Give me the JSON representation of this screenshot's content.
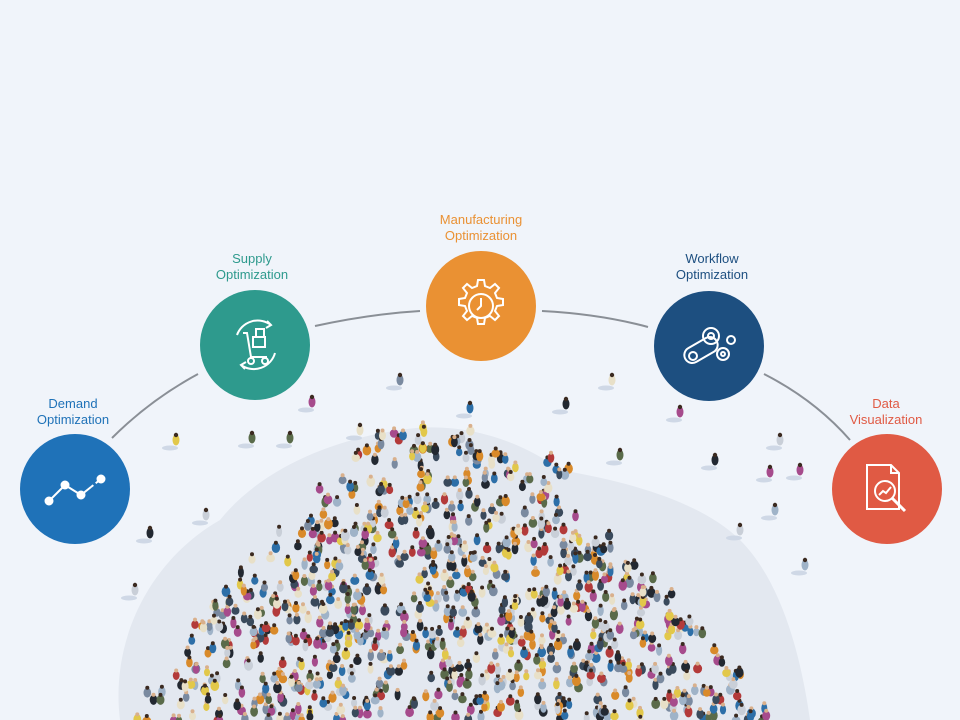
{
  "nodes": [
    {
      "id": "demand",
      "line1": "Demand",
      "line2": "Optimization",
      "color": "#1f72b8",
      "icon": "line-chart-icon"
    },
    {
      "id": "supply",
      "line1": "Supply",
      "line2": "Optimization",
      "color": "#2e9a8d",
      "icon": "hand-truck-cycle-icon"
    },
    {
      "id": "manufacturing",
      "line1": "Manufacturing",
      "line2": "Optimization",
      "color": "#ea9133",
      "icon": "gear-clock-icon"
    },
    {
      "id": "workflow",
      "line1": "Workflow",
      "line2": "Optimization",
      "color": "#1d4f80",
      "icon": "gears-conveyor-icon"
    },
    {
      "id": "data",
      "line1": "Data",
      "line2": "Visualization",
      "color": "#e05a44",
      "icon": "report-magnifier-icon"
    }
  ],
  "colors": {
    "background": "#f0f4fa",
    "arc": "#8a8f96",
    "crowd": [
      "#3a4a5c",
      "#7a8aa0",
      "#c9cfd8",
      "#b33a3a",
      "#d98a2a",
      "#2d6fa8",
      "#e8e0c8",
      "#5a6b4a",
      "#a64b8c",
      "#222831",
      "#9fb3c8",
      "#e2c84a"
    ]
  }
}
